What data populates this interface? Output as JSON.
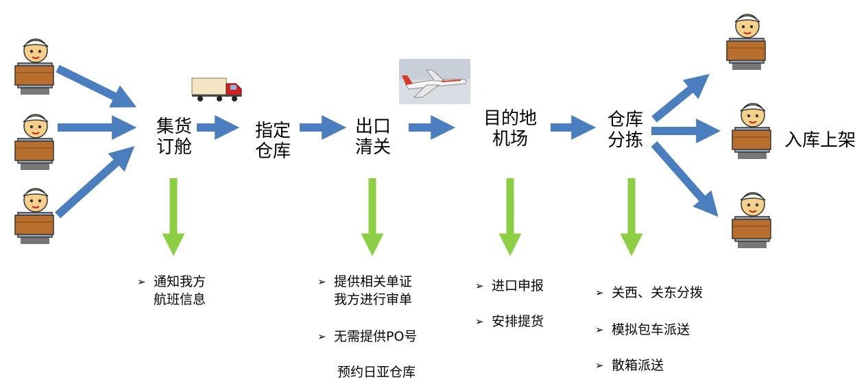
{
  "colors": {
    "flow_arrow": "#4a7ebf",
    "step_arrow": "#8ccf45",
    "box": "#b86f2e"
  },
  "icons": {
    "courier": "courier-with-box-icon",
    "truck": "truck-icon",
    "plane": "airplane-icon",
    "bullet": "arrow-bullet-icon"
  },
  "bullet_glyph": "➢",
  "stages": {
    "consolidation": "集货\n订舱",
    "warehouse": "指定\n仓库",
    "export": "出口\n清关",
    "airport": "目的地\n机场",
    "sorting": "仓库\n分拣",
    "shelving": "入库上架"
  },
  "notes": {
    "consolidation": [
      "通知我方\n航班信息"
    ],
    "export": [
      "提供相关单证\n我方进行审单",
      "无需提供PO号"
    ],
    "export_extra": "预约日亚仓库",
    "airport": [
      "进口申报",
      "安排提货"
    ],
    "sorting": [
      "关西、关东分拨",
      "模拟包车派送",
      "散箱派送"
    ]
  }
}
